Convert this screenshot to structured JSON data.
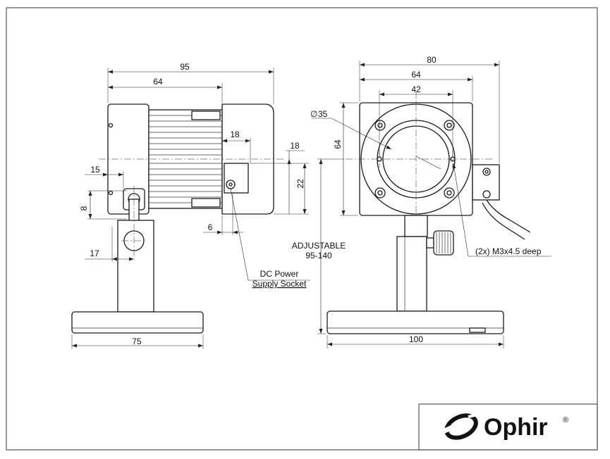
{
  "drawing": {
    "side_view": {
      "dims": {
        "overall_length": "95",
        "head_length": "64",
        "socket_offset": "18",
        "left_offset": "15",
        "small_height": "8",
        "post_offset": "17",
        "socket_depth": "6",
        "base_width": "75"
      },
      "callout": {
        "line1": "DC Power",
        "line2": "Supply Socket"
      }
    },
    "front_view": {
      "dims": {
        "overall_width": "80",
        "hole_spacing_outer": "64",
        "hole_spacing_inner": "42",
        "aperture": "35",
        "height": "64",
        "socket_top": "18",
        "socket_height": "22",
        "base_width": "100"
      },
      "aperture_symbol": "∅",
      "adjustable": {
        "line1": "ADJUSTABLE",
        "line2": "95-140"
      },
      "hole_note": "(2x) M3x4.5 deep"
    }
  },
  "brand": {
    "name": "Ophir",
    "mark": "®"
  }
}
